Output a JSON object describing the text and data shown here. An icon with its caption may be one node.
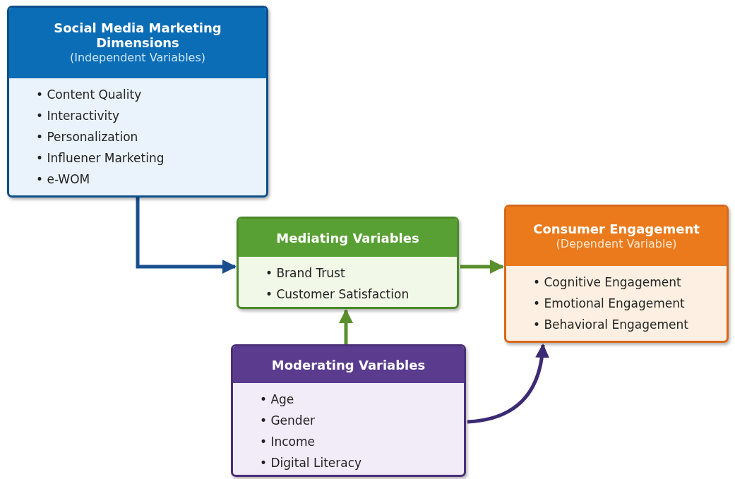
{
  "diagram": {
    "nodes": [
      {
        "text": [
          "Social Media Marketing Dimensions",
          "(Independent Variables)",
          "• Content Quality",
          "• Interactivity",
          "• Personalization",
          "• Influener Marketing",
          "• e-WOM"
        ]
      },
      {
        "text": [
          "Mediating Variables",
          "• Brand Trust",
          "• Customer Satisfaction"
        ]
      },
      {
        "text": [
          "Consumer Engagement",
          "(Dependent Variable)",
          "• Cognitive Engagement",
          "• Emotional Engagement",
          "• Behavioral Engagement"
        ]
      },
      {
        "text": [
          "Moderating Variables",
          "• Age",
          "• Gender",
          "• Income",
          "• Digital Literacy"
        ]
      }
    ],
    "edges": [
      {
        "from": 0,
        "to": 1,
        "arrow": "to",
        "color": "#1a4f8f"
      },
      {
        "from": 1,
        "to": 2,
        "arrow": "to"
      },
      {
        "from": 3,
        "to": 1,
        "arrow": "to"
      },
      {
        "from": 3,
        "to": 2,
        "arrow": "to",
        "color": "#3c2a73"
      }
    ]
  }
}
